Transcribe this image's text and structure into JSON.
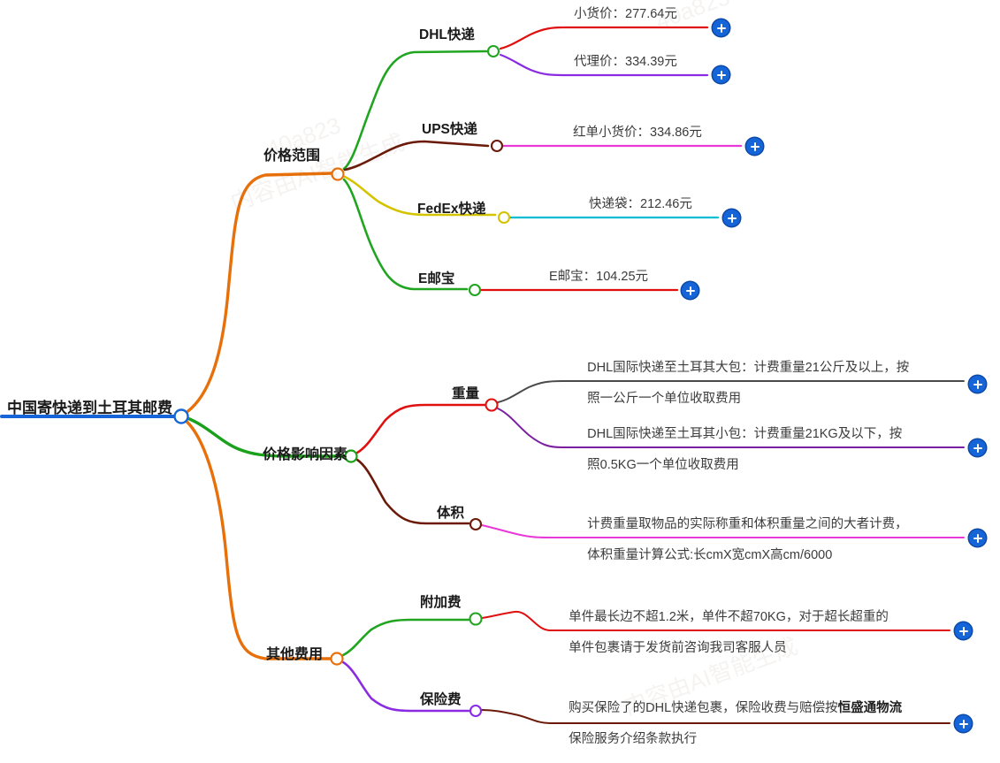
{
  "root": {
    "label": "中国寄快递到土耳其邮费",
    "underline_color": "#1565d8",
    "node_color": "#1565d8"
  },
  "watermark": {
    "text_a": "40a823",
    "text_b": "内容由AI智能生成"
  },
  "branches": [
    {
      "id": "price-range",
      "label": "价格范围",
      "line_color": "#e8700a",
      "node_color": "#e8700a",
      "children": [
        {
          "id": "dhl",
          "label": "DHL快递",
          "line_color": "#21a521",
          "node_color": "#21a521",
          "leaves": [
            {
              "id": "dhl-small",
              "text": "小货价：277.64元",
              "line_color": "#e01010"
            },
            {
              "id": "dhl-agent",
              "text": "代理价：334.39元",
              "line_color": "#8a2be2"
            }
          ]
        },
        {
          "id": "ups",
          "label": "UPS快递",
          "line_color": "#6b1a0a",
          "node_color": "#6b1a0a",
          "leaves": [
            {
              "id": "ups-red-order",
              "text": "红单小货价：334.86元",
              "line_color": "#e838d8"
            }
          ]
        },
        {
          "id": "fedex",
          "label": "FedEx快递",
          "line_color": "#d4c400",
          "node_color": "#d4c400",
          "leaves": [
            {
              "id": "fedex-bag",
              "text": "快递袋：212.46元",
              "line_color": "#00bcd4"
            }
          ]
        },
        {
          "id": "epacket",
          "label": "E邮宝",
          "line_color": "#21a521",
          "node_color": "#21a521",
          "leaves": [
            {
              "id": "epacket-price",
              "text": "E邮宝：104.25元",
              "line_color": "#e01010"
            }
          ]
        }
      ]
    },
    {
      "id": "price-factors",
      "label": "价格影响因素",
      "line_color": "#1aa01a",
      "node_color": "#1aa01a",
      "children": [
        {
          "id": "weight",
          "label": "重量",
          "line_color": "#e01010",
          "node_color": "#e01010",
          "leaves": [
            {
              "id": "weight-big",
              "line_color": "#4a4a4a",
              "lines": [
                "DHL国际快递至土耳其大包：计费重量21公斤及以上，按",
                "照一公斤一个单位收取费用"
              ]
            },
            {
              "id": "weight-small",
              "line_color": "#7b1fa2",
              "lines": [
                "DHL国际快递至土耳其小包：计费重量21KG及以下，按",
                "照0.5KG一个单位收取费用"
              ]
            }
          ]
        },
        {
          "id": "volume",
          "label": "体积",
          "line_color": "#6b1a0a",
          "node_color": "#6b1a0a",
          "leaves": [
            {
              "id": "volume-formula",
              "line_color": "#e838d8",
              "lines": [
                "计费重量取物品的实际称重和体积重量之间的大者计费，",
                "体积重量计算公式:长cmX宽cmX高cm/6000"
              ]
            }
          ]
        }
      ]
    },
    {
      "id": "other-fees",
      "label": "其他费用",
      "line_color": "#e8700a",
      "node_color": "#e8700a",
      "children": [
        {
          "id": "surcharge",
          "label": "附加费",
          "line_color": "#21a521",
          "node_color": "#21a521",
          "leaves": [
            {
              "id": "surcharge-limits",
              "line_color": "#e01010",
              "lines": [
                "单件最长边不超1.2米，单件不超70KG，对于超长超重的",
                "单件包裹请于发货前咨询我司客服人员"
              ]
            }
          ]
        },
        {
          "id": "insurance",
          "label": "保险费",
          "line_color": "#8a2be2",
          "node_color": "#8a2be2",
          "leaves": [
            {
              "id": "insurance-terms",
              "line_color": "#6b1a0a",
              "lines_rich": [
                [
                  {
                    "t": "购买保险了的DHL快递包裹，保险收费与赔偿按",
                    "b": false
                  },
                  {
                    "t": "恒盛通物流",
                    "b": true
                  }
                ],
                [
                  {
                    "t": "保险服务介绍条款执行",
                    "b": false
                  }
                ]
              ]
            }
          ]
        }
      ]
    }
  ],
  "expand_buttons": {
    "label": "+"
  }
}
